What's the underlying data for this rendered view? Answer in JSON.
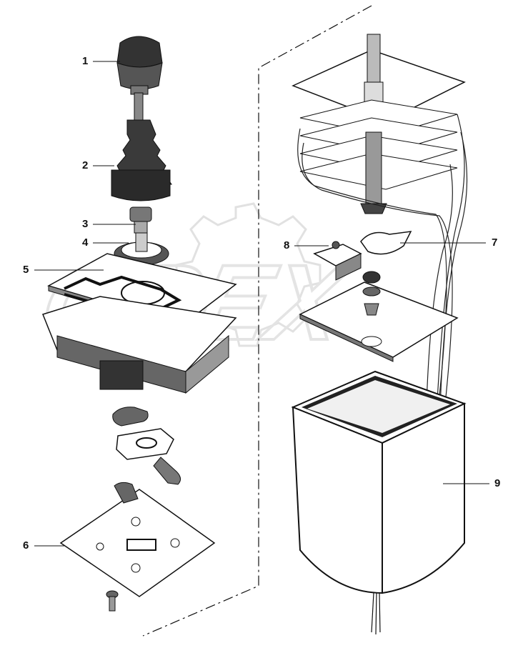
{
  "callouts": [
    {
      "id": "1",
      "label": "1"
    },
    {
      "id": "2",
      "label": "2"
    },
    {
      "id": "3",
      "label": "3"
    },
    {
      "id": "4",
      "label": "4"
    },
    {
      "id": "5",
      "label": "5"
    },
    {
      "id": "6",
      "label": "6"
    },
    {
      "id": "7",
      "label": "7"
    },
    {
      "id": "8",
      "label": "8"
    },
    {
      "id": "9",
      "label": "9"
    }
  ],
  "watermark": {
    "text": "OPEX",
    "color": "#d8d8d8"
  },
  "colors": {
    "ink": "#111111",
    "paper": "#ffffff",
    "shade": "#555555"
  }
}
